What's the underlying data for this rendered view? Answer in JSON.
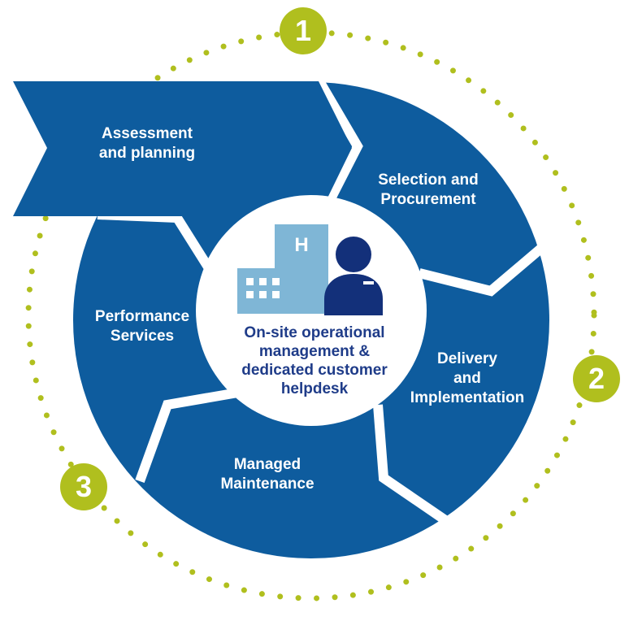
{
  "segments": {
    "assessment": [
      "Assessment",
      "and planning"
    ],
    "selection": [
      "Selection and",
      "Procurement"
    ],
    "delivery": [
      "Delivery",
      "and",
      "Implementation"
    ],
    "maintenance": [
      "Managed",
      "Maintenance"
    ],
    "performance": [
      "Performance",
      "Services"
    ]
  },
  "center": {
    "building_letter": "H",
    "caption": [
      "On-site operational",
      "management &",
      "dedicated customer",
      "helpdesk"
    ]
  },
  "badges": [
    "1",
    "2",
    "3"
  ],
  "colors": {
    "segment_blue": "#0e5c9e",
    "center_text": "#1f3c89",
    "building_light": "#7fb6d6",
    "person_navy": "#13307a",
    "badge_green": "#b0bf1e"
  },
  "icons": [
    "hospital-building-icon",
    "customer-service-person-icon"
  ]
}
